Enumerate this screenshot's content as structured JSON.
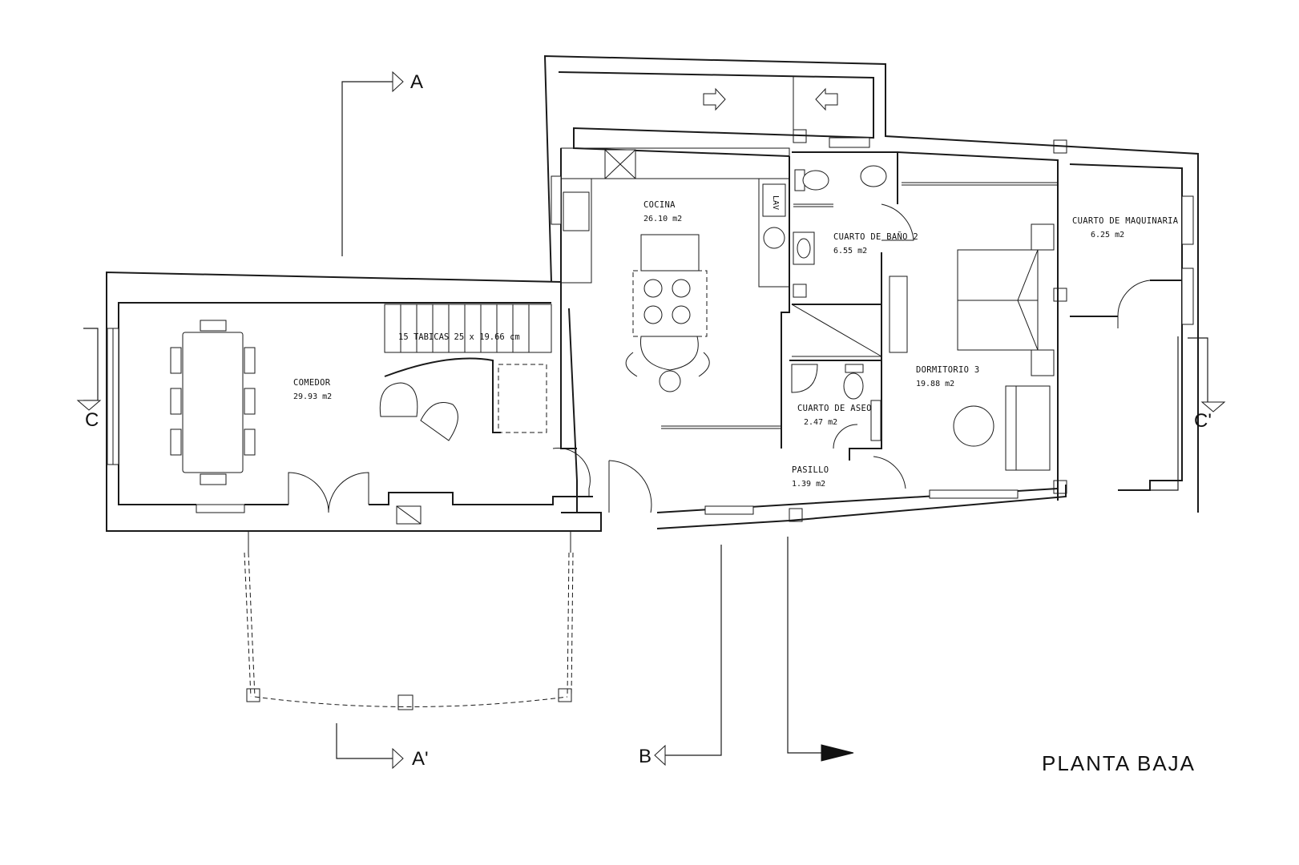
{
  "title": "PLANTA BAJA",
  "stair_note": "15 TABICAS 25 x 19.66 cm",
  "rooms": {
    "comedor": {
      "name": "COMEDOR",
      "area": "29.93 m2"
    },
    "cocina": {
      "name": "COCINA",
      "area": "26.10 m2"
    },
    "bano2": {
      "name": "CUARTO DE BAÑO 2",
      "area": "6.55 m2"
    },
    "aseo": {
      "name": "CUARTO DE ASEO",
      "area": "2.47 m2"
    },
    "pasillo": {
      "name": "PASILLO",
      "area": "1.39 m2"
    },
    "dormitorio3": {
      "name": "DORMITORIO 3",
      "area": "19.88 m2"
    },
    "maquinaria": {
      "name": "CUARTO DE MAQUINARIA",
      "area": "6.25 m2"
    }
  },
  "fixtures": {
    "washer_label": "LAV"
  },
  "section_marks": {
    "a": "A",
    "a_prime": "A'",
    "b": "B",
    "c_left": "C",
    "c_right": "C'"
  }
}
